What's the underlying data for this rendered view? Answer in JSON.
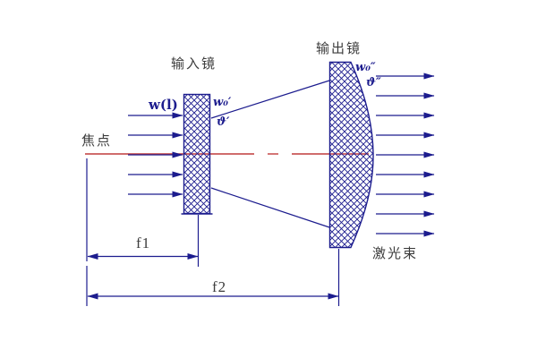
{
  "labels": {
    "input_lens": "输入镜",
    "output_lens": "输出镜",
    "focal_point": "焦点",
    "laser_beam": "激光束",
    "input_beam_width": "w(l)",
    "waist_after_input": "w₀′",
    "divergence_after_input": "ϑ′",
    "waist_after_output": "w₀″",
    "divergence_after_output": "ϑ″",
    "focal_length_input": "f1",
    "focal_length_output": "f2"
  },
  "colors": {
    "blue": "#1c1c8e",
    "red": "#c13b3b",
    "ink": "#3c3c3c",
    "bg": "#ffffff"
  }
}
